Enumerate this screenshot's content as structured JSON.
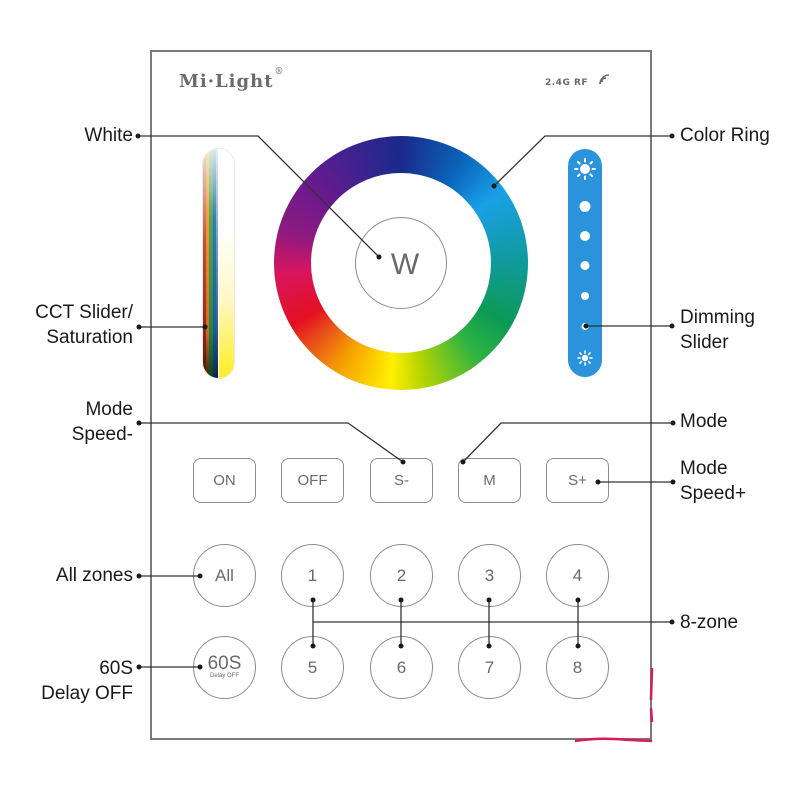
{
  "panel": {
    "brand": "Mi·Light",
    "brand_registered": "®",
    "rf_label": "2.4G RF",
    "rf_icon": "signal-waves-icon"
  },
  "controls": {
    "white_button": "W",
    "buttons_row1": [
      "ON",
      "OFF",
      "S-",
      "M",
      "S+"
    ],
    "all_button": "All",
    "zones_top": [
      "1",
      "2",
      "3",
      "4"
    ],
    "delay_button": {
      "main": "60S",
      "sub": "Delay OFF"
    },
    "zones_bottom": [
      "5",
      "6",
      "7",
      "8"
    ]
  },
  "labels": {
    "white": "White",
    "cct_line1": "CCT Slider/",
    "cct_line2": "Saturation",
    "mode_speed_minus_line1": "Mode",
    "mode_speed_minus_line2": "Speed-",
    "all_zones": "All zones",
    "delay_line1": "60S",
    "delay_line2": "Delay OFF",
    "color_ring": "Color Ring",
    "dimming_line1": "Dimming",
    "dimming_line2": "Slider",
    "mode": "Mode",
    "mode_speed_plus_line1": "Mode",
    "mode_speed_plus_line2": "Speed+",
    "eight_zone": "8-zone"
  },
  "colors": {
    "dimming_slider": "#2a93dc",
    "button_border": "#8c8c8c",
    "text": "#1a1a1a"
  }
}
